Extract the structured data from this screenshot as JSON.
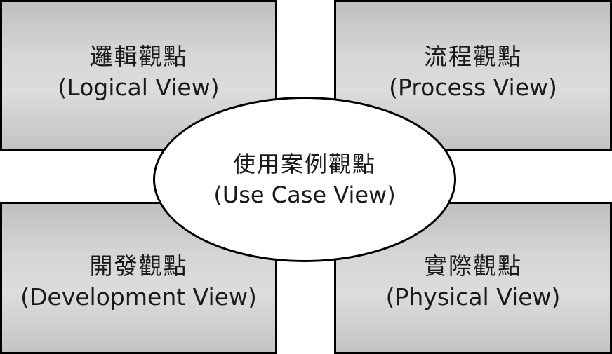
{
  "views": {
    "logical": {
      "title_zh": "邏輯觀點",
      "title_en": "(Logical View)"
    },
    "process": {
      "title_zh": "流程觀點",
      "title_en": "(Process View)"
    },
    "development": {
      "title_zh": "開發觀點",
      "title_en": "(Development View)"
    },
    "physical": {
      "title_zh": "實際觀點",
      "title_en": "(Physical View)"
    },
    "use_case": {
      "title_zh": "使用案例觀點",
      "title_en": "(Use Case View)"
    }
  },
  "colors": {
    "border": "#000000",
    "box_fill": "#d4d4d4",
    "ellipse_fill": "#ffffff",
    "text": "#1a1a1a"
  }
}
